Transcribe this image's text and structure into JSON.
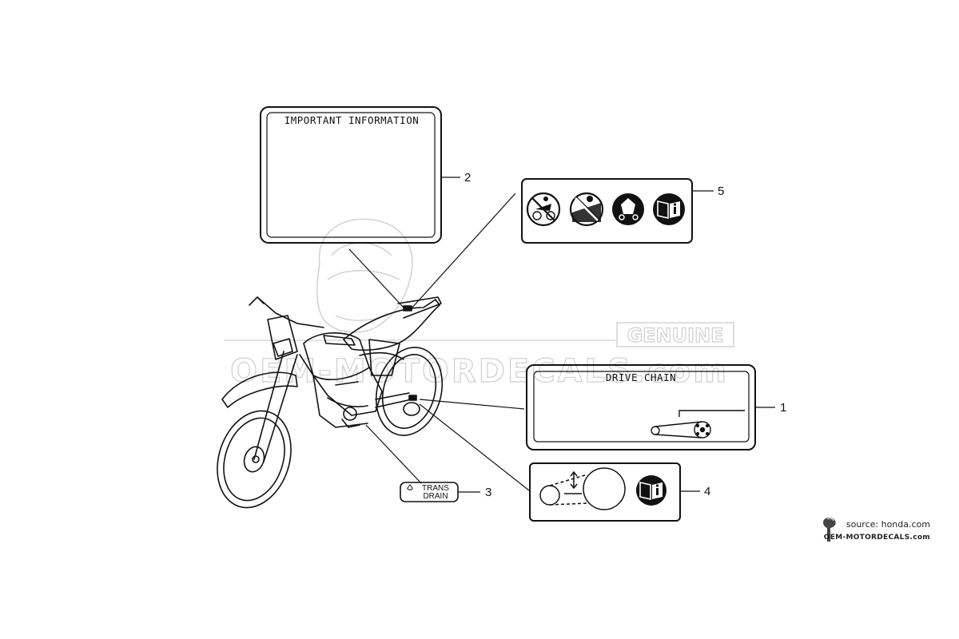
{
  "diagram": {
    "watermark": {
      "genuine": "GENUINE",
      "site": "OEM-MOTORDECALS.com"
    },
    "parts": [
      {
        "number": "1",
        "label": "DRIVE CHAIN"
      },
      {
        "number": "2",
        "label": "IMPORTANT INFORMATION"
      },
      {
        "number": "3",
        "label_line1": "TRANS",
        "label_line2": "DRAIN"
      },
      {
        "number": "4"
      },
      {
        "number": "5"
      }
    ],
    "icons": [
      "no-passenger-icon",
      "no-riding-icon",
      "caution-icon",
      "manual-info-icon",
      "chain-adjust-icon",
      "manual-info-icon"
    ]
  },
  "credit": {
    "source": "source: honda.com",
    "site": "OEM-MOTORDECALS.com"
  },
  "colors": {
    "line": "#111111",
    "watermark": "#cfcfcf",
    "background": "#ffffff"
  }
}
